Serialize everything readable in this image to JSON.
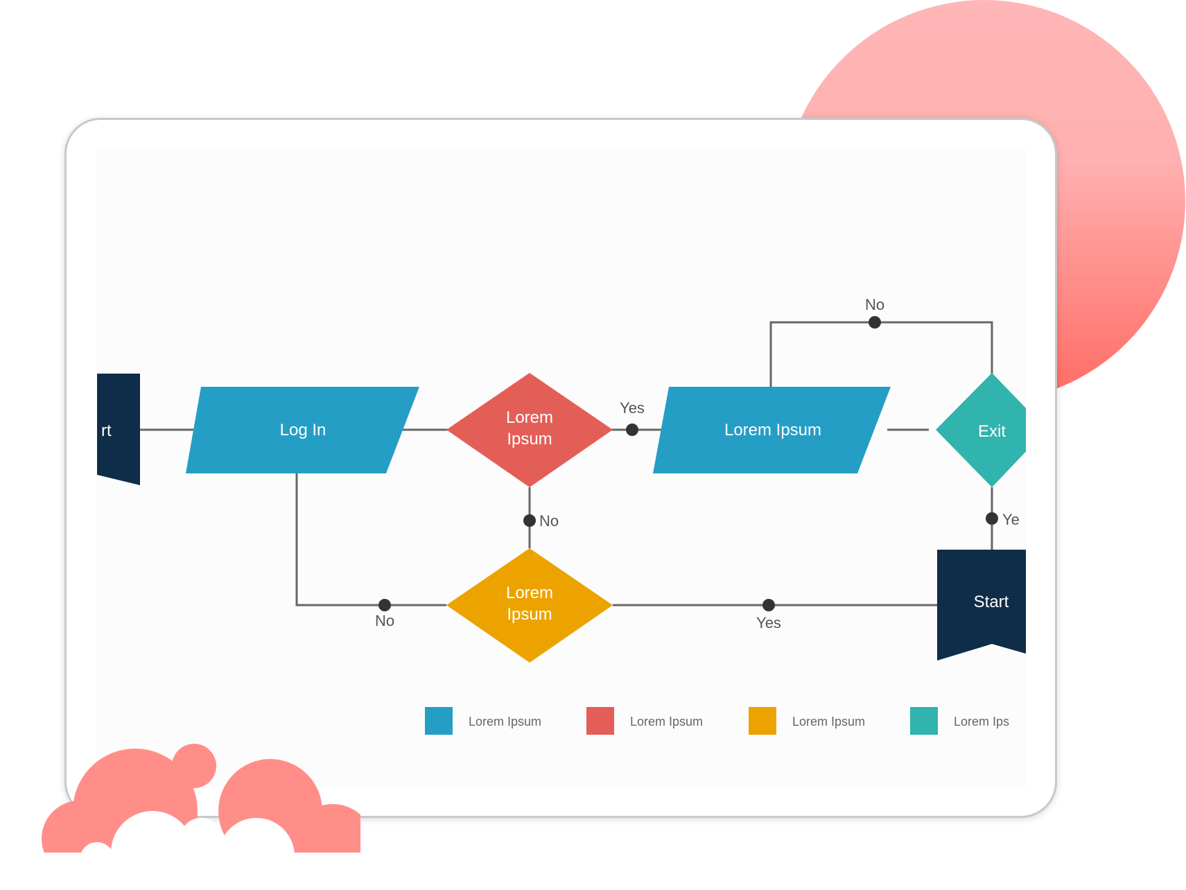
{
  "nodes": {
    "start_left": "rt",
    "log_in": "Log In",
    "decision_top": [
      "Lorem",
      "Ipsum"
    ],
    "process_mid": "Lorem Ipsum",
    "exit": "Exit",
    "decision_bottom": [
      "Lorem",
      "Ipsum"
    ],
    "start_right": "Start"
  },
  "edges": {
    "yes_top": "Yes",
    "no_loop": "No",
    "no_down": "No",
    "yes_right": "Ye",
    "no_bottom_left": "No",
    "yes_bottom": "Yes"
  },
  "legend": [
    {
      "label": "Lorem Ipsum",
      "color": "#259ec6"
    },
    {
      "label": "Lorem Ipsum",
      "color": "#e45e58"
    },
    {
      "label": "Lorem Ipsum",
      "color": "#eca300"
    },
    {
      "label": "Lorem Ips",
      "color": "#31b3ae"
    }
  ],
  "colors": {
    "blue": "#259ec6",
    "red": "#e45e58",
    "amber": "#eca300",
    "teal": "#31b3ae",
    "navy": "#0f2d48",
    "line": "#666666",
    "dot": "#333333",
    "deco_pink": "#ff8e89"
  }
}
